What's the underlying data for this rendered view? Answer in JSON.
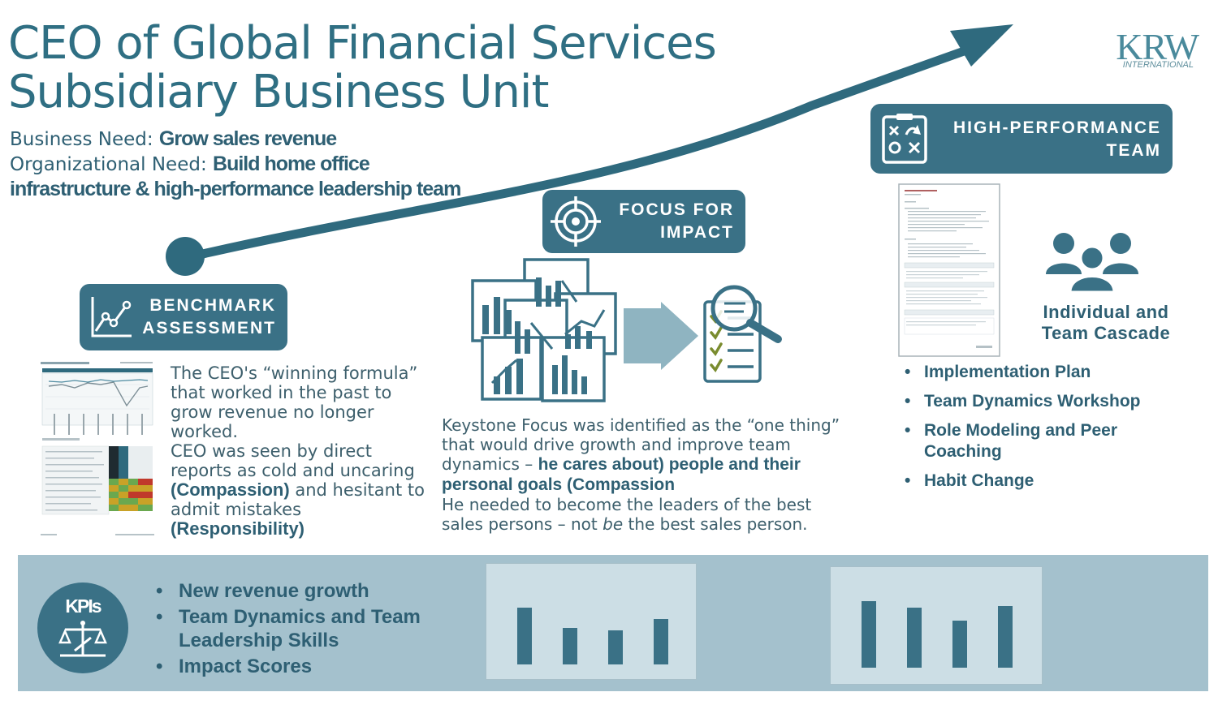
{
  "title": {
    "line1": "CEO of Global Financial Services",
    "line2": "Subsidiary Business Unit"
  },
  "needs": {
    "business_label": "Business Need: ",
    "business_value": "Grow sales revenue",
    "org_label": "Organizational Need: ",
    "org_value": "Build home office infrastructure & high-performance leadership team"
  },
  "logo": {
    "name": "KRW",
    "sub": "INTERNATIONAL"
  },
  "benchmark": {
    "badge_line1": "BENCHMARK",
    "badge_line2": "ASSESSMENT",
    "icon": "trend-chart-icon",
    "text_plain1": "The CEO's “winning formula” that worked in the past to grow revenue no longer worked.",
    "text_plain2": "CEO was seen by direct reports as cold and uncaring ",
    "text_bold1": "(Compassion)",
    "text_plain3": " and hesitant to admit mistakes ",
    "text_bold2": "(Responsibility)"
  },
  "focus": {
    "badge_line1": "FOCUS FOR",
    "badge_line2": "IMPACT",
    "icon": "target-icon",
    "text_plain1": "Keystone Focus was identified as the “one thing” that would drive growth and improve team dynamics – ",
    "text_bold": "he cares about) people and their personal goals (Compassion",
    "text_plain2": "He needed to become the leaders of the best sales persons – not ",
    "text_italic": "be",
    "text_plain3": " the best sales person."
  },
  "hpt": {
    "badge_line1": "HIGH-PERFORMANCE",
    "badge_line2": "TEAM",
    "icon": "strategy-board-icon",
    "cascade_line1": "Individual and",
    "cascade_line2": "Team Cascade",
    "items": [
      "Implementation Plan",
      "Team Dynamics Workshop",
      "Role Modeling and Peer Coaching",
      "Habit Change"
    ]
  },
  "kpi": {
    "label": "KPIs",
    "icon": "kpi-balance-icon",
    "items": [
      "New revenue growth",
      "Team Dynamics and Team Leadership Skills",
      "Impact Scores"
    ]
  },
  "colors": {
    "primary": "#3a7186",
    "text": "#2e5f73",
    "band": "#a4c1cd",
    "chart_panel": "#ccdee5",
    "arrow": "#2f6a7e"
  },
  "kpi_charts": [
    {
      "values": [
        70,
        45,
        42,
        56
      ],
      "ymax": 100
    },
    {
      "values": [
        82,
        74,
        58,
        76
      ],
      "ymax": 100
    }
  ]
}
